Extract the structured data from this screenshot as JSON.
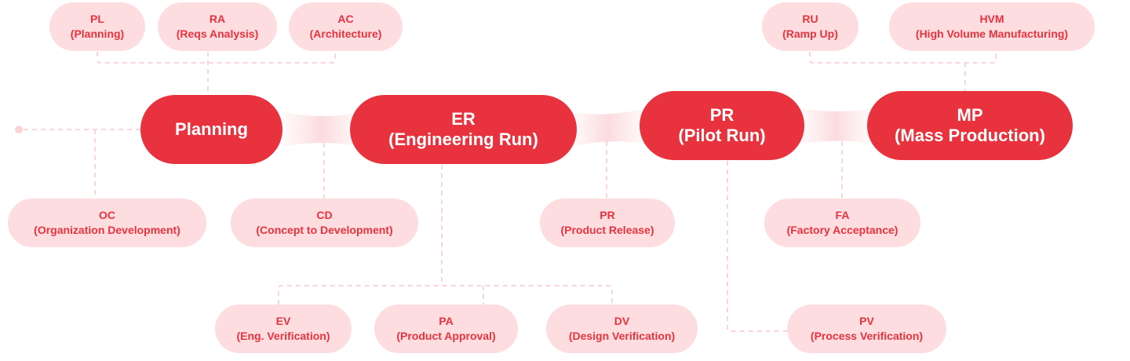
{
  "diagram": {
    "colors": {
      "primary": "#e8333e",
      "secondary_fill": "#fddde0",
      "connector": "#fcd3d7"
    },
    "stages": [
      {
        "id": "planning",
        "lines": [
          "Planning"
        ]
      },
      {
        "id": "er",
        "lines": [
          "ER",
          "(Engineering Run)"
        ]
      },
      {
        "id": "pr",
        "lines": [
          "PR",
          "(Pilot Run)"
        ]
      },
      {
        "id": "mp",
        "lines": [
          "MP",
          "(Mass Production)"
        ]
      }
    ],
    "substeps": [
      {
        "id": "pl",
        "parent": "planning",
        "lines": [
          "PL",
          "(Planning)"
        ]
      },
      {
        "id": "ra",
        "parent": "planning",
        "lines": [
          "RA",
          "(Reqs Analysis)"
        ]
      },
      {
        "id": "ac",
        "parent": "planning",
        "lines": [
          "AC",
          "(Architecture)"
        ]
      },
      {
        "id": "oc",
        "parent": "planning",
        "lines": [
          "OC",
          "(Organization Development)"
        ]
      },
      {
        "id": "cd",
        "parent": "planning-er",
        "lines": [
          "CD",
          "(Concept to Development)"
        ]
      },
      {
        "id": "ev",
        "parent": "er",
        "lines": [
          "EV",
          "(Eng. Verification)"
        ]
      },
      {
        "id": "pa",
        "parent": "er",
        "lines": [
          "PA",
          "(Product Approval)"
        ]
      },
      {
        "id": "dv",
        "parent": "er",
        "lines": [
          "DV",
          "(Design Verification)"
        ]
      },
      {
        "id": "prr",
        "parent": "er-pr",
        "lines": [
          "PR",
          "(Product Release)"
        ]
      },
      {
        "id": "pv",
        "parent": "pr",
        "lines": [
          "PV",
          "(Process Verification)"
        ]
      },
      {
        "id": "fa",
        "parent": "pr-mp",
        "lines": [
          "FA",
          "(Factory Acceptance)"
        ]
      },
      {
        "id": "ru",
        "parent": "mp",
        "lines": [
          "RU",
          "(Ramp Up)"
        ]
      },
      {
        "id": "hvm",
        "parent": "mp",
        "lines": [
          "HVM",
          "(High Volume Manufacturing)"
        ]
      }
    ]
  }
}
